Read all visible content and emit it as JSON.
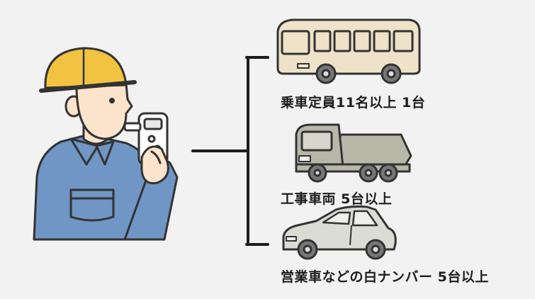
{
  "labels": {
    "bus": "乗車定員11名以上 1台",
    "truck": "工事車両 5台以上",
    "car": "営業車などの白ナンバー 5台以上"
  },
  "icons": {
    "worker": "worker-with-breathalyzer-icon",
    "bus": "bus-icon",
    "truck": "dump-truck-icon",
    "car": "sedan-car-icon"
  },
  "colors": {
    "background": "#f2f2f2",
    "helmet": "#f2c341",
    "uniform": "#6f96c4",
    "skin": "#fbe3cc",
    "bus_body": "#eee3c8",
    "truck_body": "#b8b8a8",
    "car_body": "#dcdcd6",
    "outline": "#333333"
  }
}
